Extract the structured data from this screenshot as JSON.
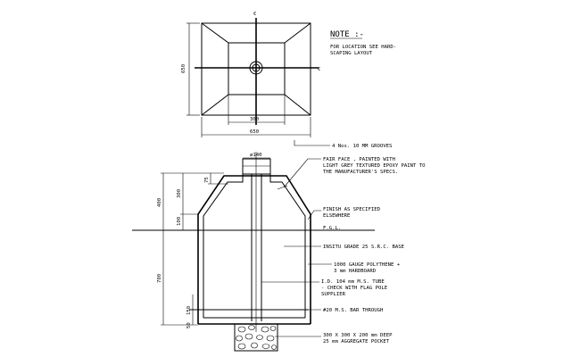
{
  "note": {
    "title": "NOTE :-",
    "line1": "FOR LOCATION SEE HARD-",
    "line2": "SCAPING LAYOUT"
  },
  "plan": {
    "centerline_mark": "€",
    "dim_side": "650",
    "dim_inner": "300",
    "dim_bottom": "650"
  },
  "section": {
    "dim_top_hole": "ø140",
    "dim_400": "400",
    "dim_300": "300",
    "dim_100": "100",
    "dim_75": "75",
    "dim_700": "700",
    "dim_150": "150",
    "dim_50": "50"
  },
  "labels": [
    {
      "id": "grooves",
      "lines": [
        "4 Nos. 10 MM GROOVES"
      ]
    },
    {
      "id": "fairface",
      "lines": [
        "FAIR FACE , PAINTED WITH",
        "LIGHT GREY TEXTURED EPOXY PAINT TO",
        "THE MANUFACTURER'S SPECS."
      ]
    },
    {
      "id": "finish",
      "lines": [
        "FINISH AS SPECIFIED",
        "ELSEWHERE"
      ]
    },
    {
      "id": "fgl",
      "lines": [
        "F.G.L."
      ]
    },
    {
      "id": "base",
      "lines": [
        "INSITU GRADE 25 S.R.C. BASE"
      ]
    },
    {
      "id": "polythene",
      "lines": [
        "1000 GAUGE POLYTHENE +",
        "3 mm HARDBOARD"
      ]
    },
    {
      "id": "tube",
      "lines": [
        "I.D. 104 mm M.S. TUBE",
        "- CHECK WITH FLAG POLE",
        "SUPPLIER"
      ]
    },
    {
      "id": "bar",
      "lines": [
        "#20 M.S. BAR THROUGH"
      ]
    },
    {
      "id": "pocket",
      "lines": [
        "300 X 300 X 200 mm DEEP",
        "25 mm AGGREGATE POCKET"
      ]
    }
  ]
}
